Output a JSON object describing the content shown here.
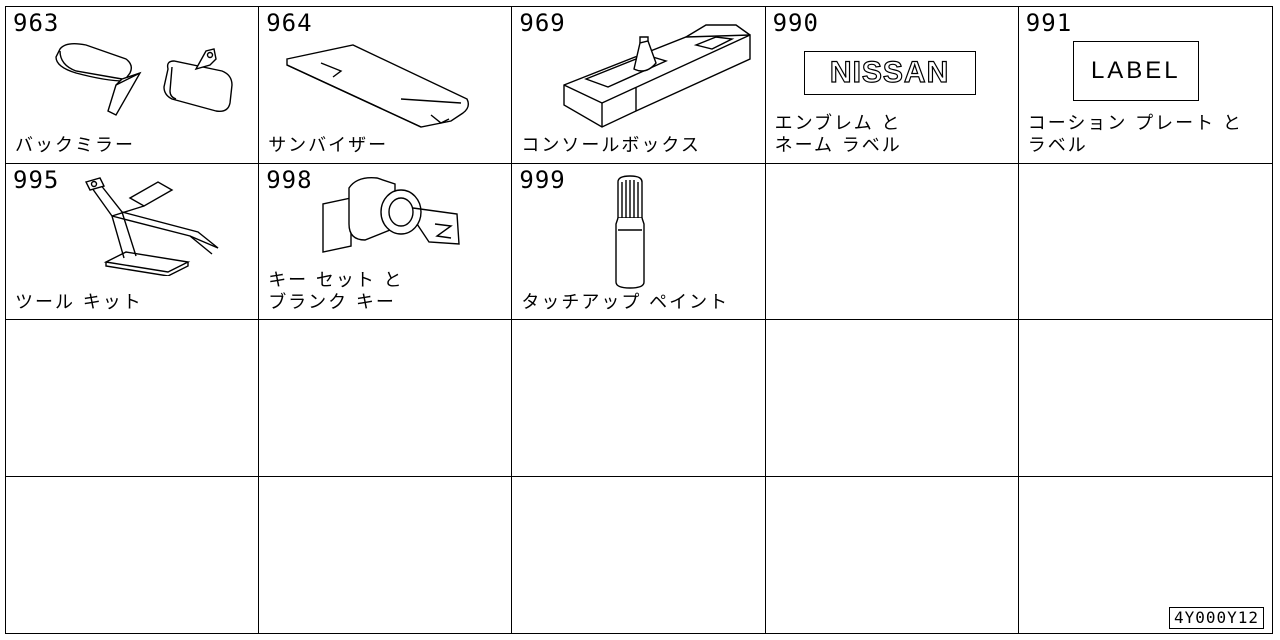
{
  "parts": [
    {
      "number": "963",
      "name": "バックミラー",
      "icon": "mirror-icon"
    },
    {
      "number": "964",
      "name": "サンバイザー",
      "icon": "sun-visor-icon"
    },
    {
      "number": "969",
      "name": "コンソールボックス",
      "icon": "console-box-icon"
    },
    {
      "number": "990",
      "name_line1": "エンブレム と",
      "name_line2": "ネーム ラベル",
      "emblem_text": "NISSAN",
      "icon": "emblem-icon"
    },
    {
      "number": "991",
      "name_line1": "コーション プレート と",
      "name_line2": "ラベル",
      "label_text": "LABEL",
      "icon": "label-plate-icon"
    },
    {
      "number": "995",
      "name": "ツール キット",
      "icon": "jack-icon"
    },
    {
      "number": "998",
      "name_line1": "キー セット と",
      "name_line2": "ブランク キー",
      "icon": "key-cylinder-icon"
    },
    {
      "number": "999",
      "name": "タッチアップ ペイント",
      "icon": "paint-bottle-icon"
    }
  ],
  "diagram_code": "4Y000Y12"
}
